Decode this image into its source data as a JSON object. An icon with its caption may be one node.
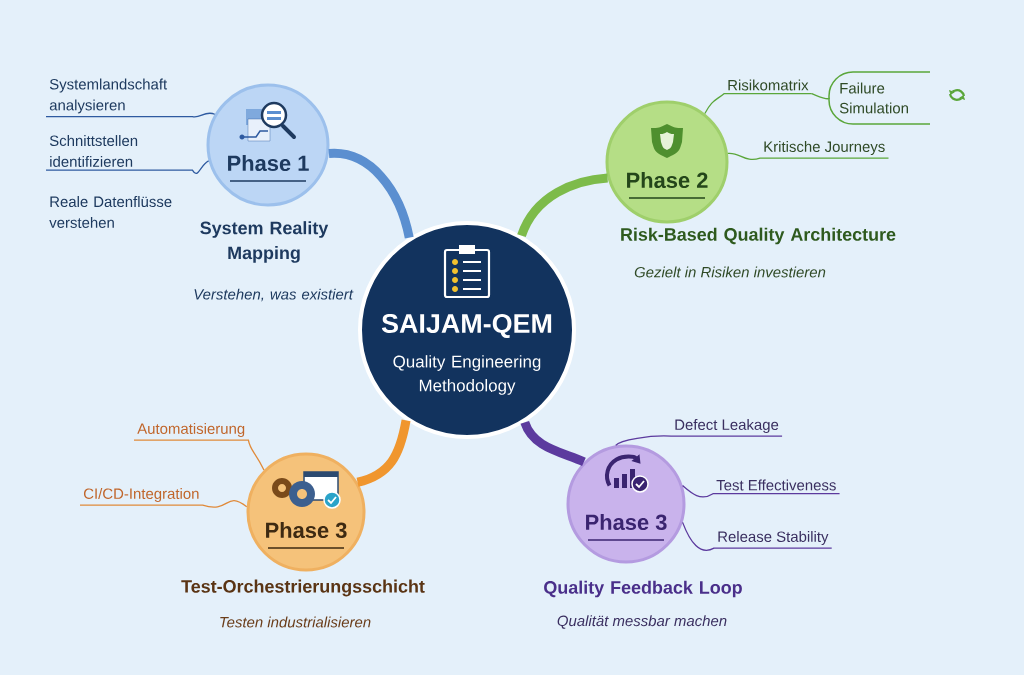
{
  "diagram": {
    "nodes": [
      {
        "text": [
          "SAIJAM-QEM",
          "Quality Engineering Methodology"
        ]
      },
      {
        "text": [
          "Phase 1",
          "System Reality Mapping"
        ]
      },
      {
        "text": [
          "Phase 2",
          "Risk-Based Quality Architecture"
        ],
        "beside": [
          "Gezielt in Risiken investieren"
        ]
      },
      {
        "text": [
          "Phase 3",
          "Test-Orchestrierungsschicht"
        ],
        "beside": [
          "Testen industrialisieren"
        ]
      },
      {
        "text": [
          "Phase 3",
          "Quality Feedback Loop"
        ],
        "beside": [
          "Qualität messbar machen"
        ]
      },
      {
        "text": [
          "Systemlandschaft analysieren"
        ]
      },
      {
        "text": [
          "Schnittstellen identifizieren"
        ]
      },
      {
        "text": [
          "Risikomatrix"
        ]
      },
      {
        "text": [
          "Failure Simulation"
        ]
      },
      {
        "text": [
          "Kritische Journeys"
        ]
      },
      {
        "text": [
          "Automatisierung"
        ]
      },
      {
        "text": [
          "CI/CD-Integration"
        ]
      },
      {
        "text": [
          "Defect Leakage"
        ]
      },
      {
        "text": [
          "Test Effectiveness"
        ]
      },
      {
        "text": [
          "Release Stability"
        ]
      }
    ],
    "edges": [
      {
        "from": 0,
        "to": 1,
        "arrow": "none",
        "style": "thick",
        "color": "#5b8fd0"
      },
      {
        "from": 0,
        "to": 2,
        "arrow": "none",
        "style": "thick",
        "color": "#7dbb4a"
      },
      {
        "from": 0,
        "to": 3,
        "arrow": "none",
        "style": "thick",
        "color": "#f0962e"
      },
      {
        "from": 0,
        "to": 4,
        "arrow": "none",
        "style": "thick",
        "color": "#5c3a9e"
      },
      {
        "from": 1,
        "to": 5,
        "arrow": "none",
        "color": "#2e5aa0"
      },
      {
        "from": 1,
        "to": 6,
        "arrow": "none",
        "color": "#2e5aa0"
      },
      {
        "from": 2,
        "to": 7,
        "arrow": "none",
        "color": "#5aa63a"
      },
      {
        "from": 7,
        "to": 8,
        "arrow": "none",
        "color": "#5aa63a"
      },
      {
        "from": 2,
        "to": 9,
        "arrow": "none",
        "color": "#5aa63a"
      },
      {
        "from": 3,
        "to": 10,
        "arrow": "none",
        "color": "#e08a3a"
      },
      {
        "from": 3,
        "to": 11,
        "arrow": "none",
        "color": "#e08a3a"
      },
      {
        "from": 4,
        "to": 12,
        "arrow": "none",
        "color": "#5c3a9e"
      },
      {
        "from": 4,
        "to": 13,
        "arrow": "none",
        "color": "#5c3a9e"
      },
      {
        "from": 4,
        "to": 14,
        "arrow": "none",
        "color": "#5c3a9e"
      }
    ],
    "labels": [
      "Reale Datenflüsse verstehen",
      "Verstehen, was existiert"
    ]
  }
}
